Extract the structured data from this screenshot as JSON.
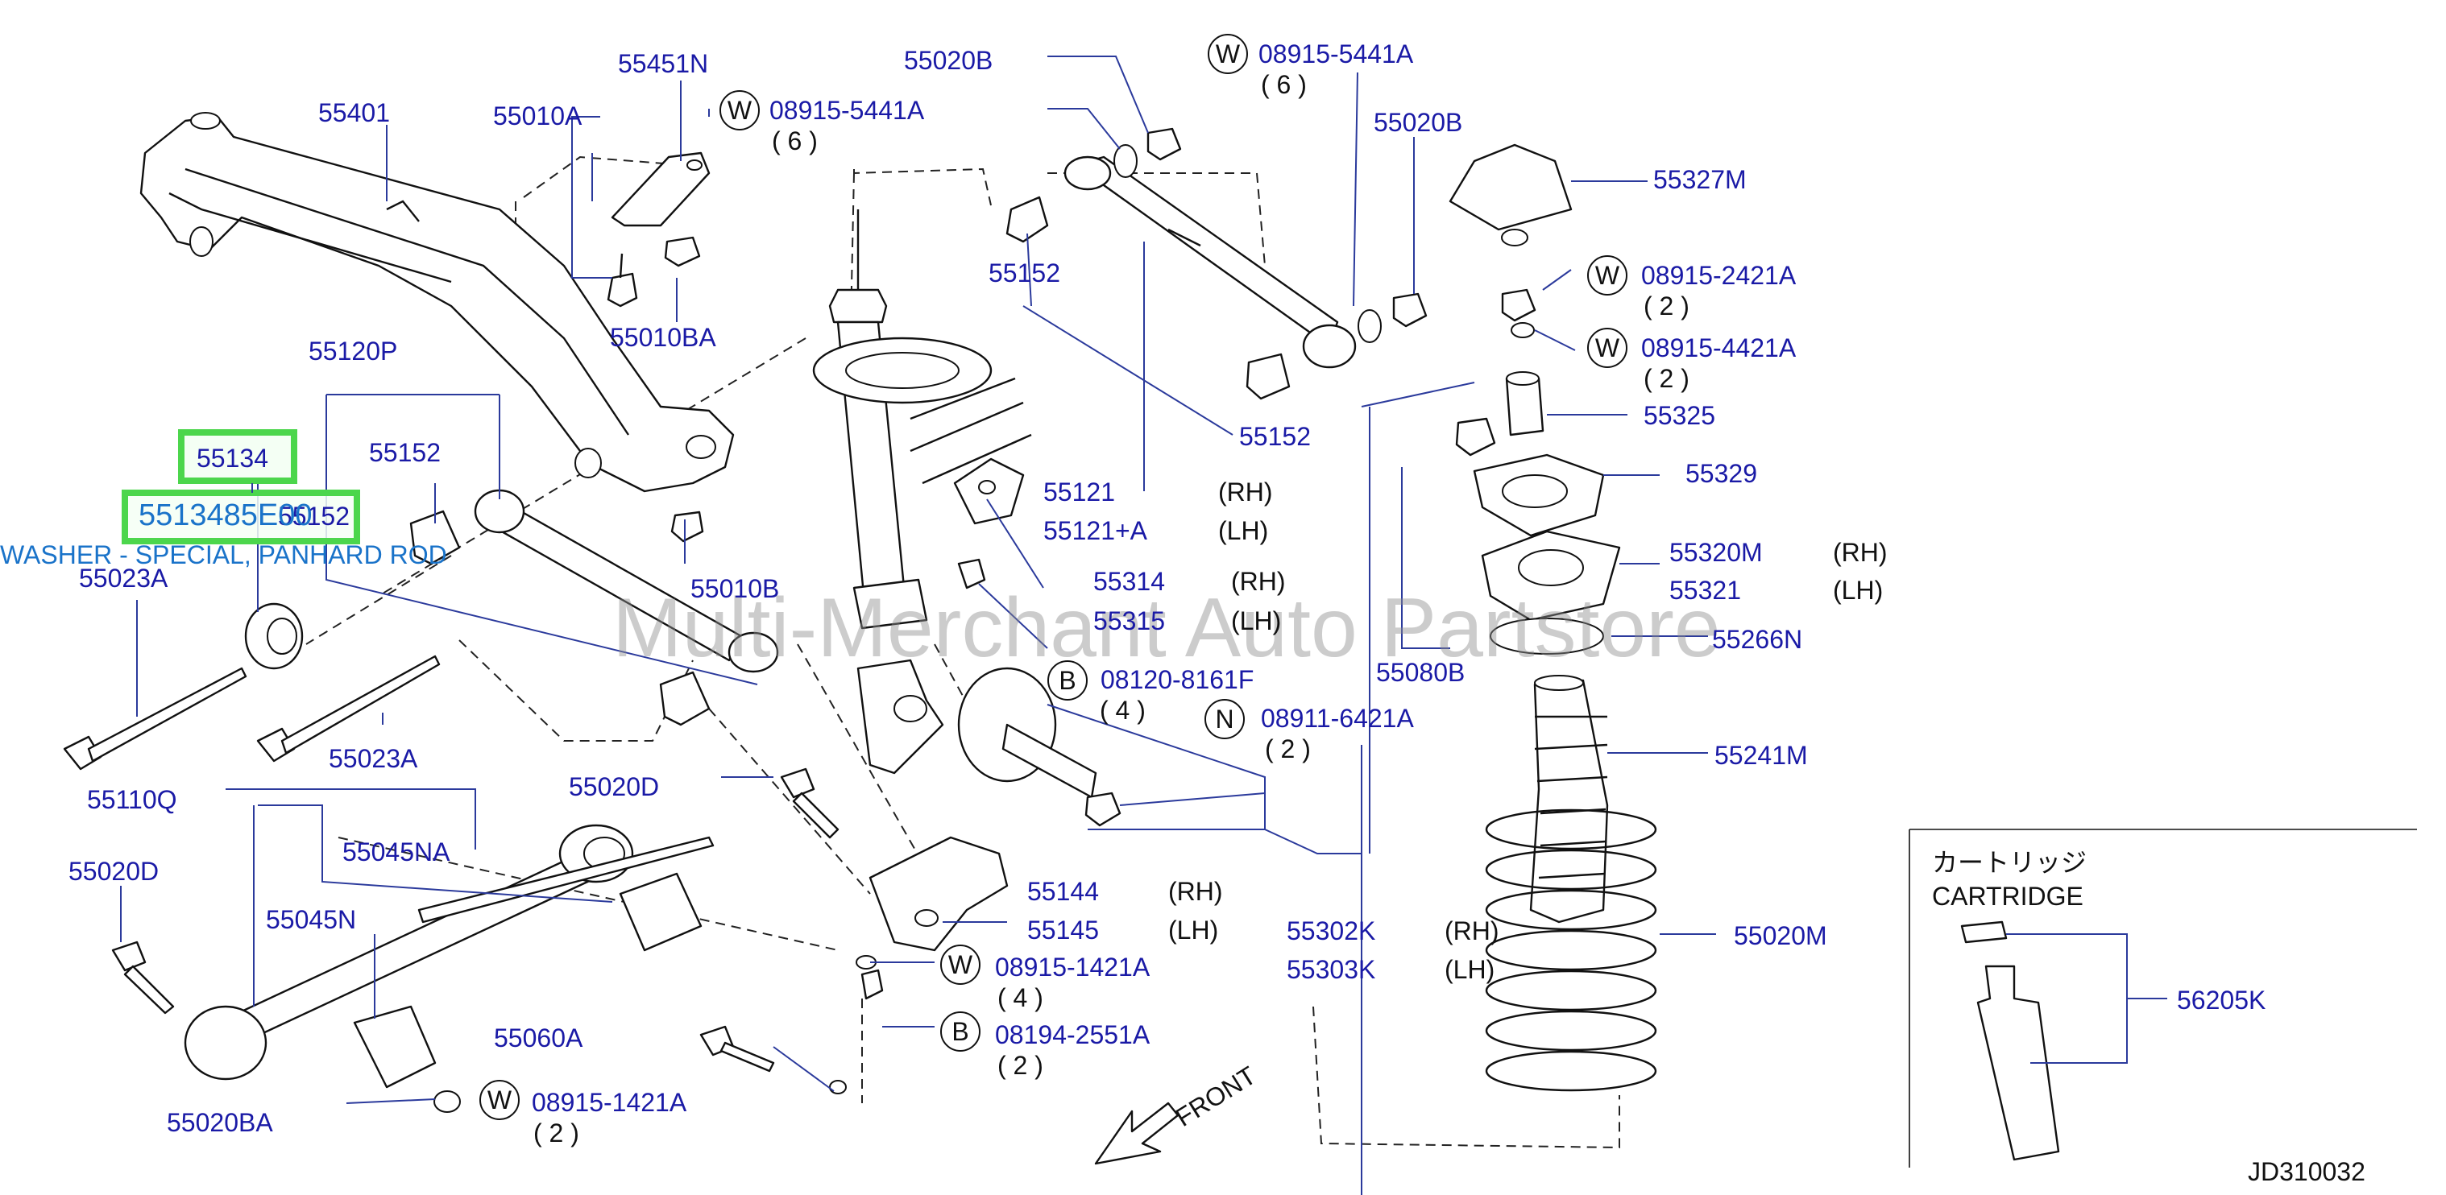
{
  "diagram_code": "JD310032",
  "watermark": "Multi-Merchant Auto Partstore",
  "highlight": {
    "part_number": "55134",
    "full_part_number": "5513485E00",
    "overlapped_label": "55152",
    "description": "WASHER - SPECIAL, PANHARD ROD"
  },
  "labels": {
    "p55401": "55401",
    "p55010A": "55010A",
    "p55451N": "55451N",
    "p55020B_top": "55020B",
    "p55020B_right": "55020B",
    "p55327M": "55327M",
    "p55010BA": "55010BA",
    "p55152_a": "55152",
    "p55152_b": "55152",
    "p55152_c": "55152",
    "p55120P": "55120P",
    "p55023A_a": "55023A",
    "p55023A_b": "55023A",
    "p55010B": "55010B",
    "p55121": "55121",
    "p55121A": "55121+A",
    "p55314": "55314",
    "p55315": "55315",
    "p08120": "08120-8161F",
    "p08911": "08911-6421A",
    "p08915_5441_a": "08915-5441A",
    "p08915_5441_b": "08915-5441A",
    "p08915_2421": "08915-2421A",
    "p08915_4421": "08915-4421A",
    "p55325": "55325",
    "p55329": "55329",
    "p55320M": "55320M",
    "p55321": "55321",
    "p55266N": "55266N",
    "p55080B": "55080B",
    "p55241M": "55241M",
    "p55110Q": "55110Q",
    "p55020D_a": "55020D",
    "p55020D_b": "55020D",
    "p55045NA": "55045NA",
    "p55045N": "55045N",
    "p55144": "55144",
    "p55145": "55145",
    "p08915_1421_a": "08915-1421A",
    "p08915_1421_b": "08915-1421A",
    "p08194": "08194-2551A",
    "p55302K": "55302K",
    "p55303K": "55303K",
    "p55020M": "55020M",
    "p55060A": "55060A",
    "p55020BA": "55020BA",
    "p56205K": "56205K"
  },
  "qty": {
    "q6a": "( 6 )",
    "q6b": "( 6 )",
    "q2a": "( 2 )",
    "q2b": "( 2 )",
    "q4a": "( 4 )",
    "q2c": "( 2 )",
    "q4b": "( 4 )",
    "q2d": "( 2 )",
    "q2e": "( 2 )"
  },
  "sides": {
    "rh1": "(RH)",
    "lh1": "(LH)",
    "rh2": "(RH)",
    "lh2": "(LH)",
    "rh3": "(RH)",
    "lh3": "(LH)",
    "rh4": "(RH)",
    "lh4": "(LH)",
    "rh5": "(RH)",
    "lh5": "(LH)"
  },
  "markers": {
    "w": "W",
    "b": "B",
    "n": "N"
  },
  "front_label": "FRONT",
  "cartridge": {
    "jp": "カートリッジ",
    "en": "CARTRIDGE"
  }
}
